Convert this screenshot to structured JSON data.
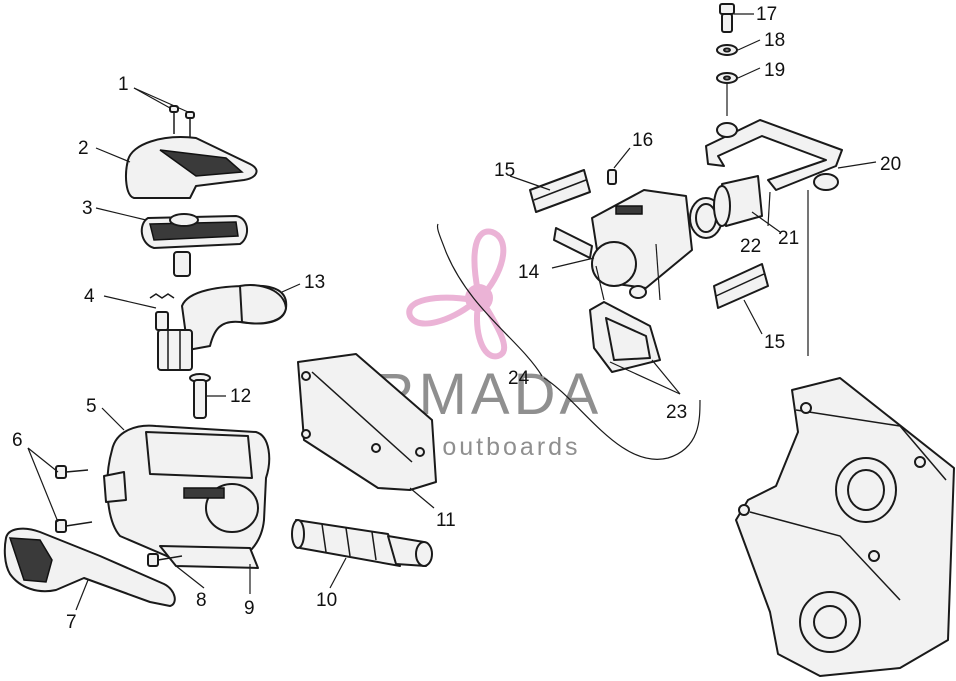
{
  "watermark": {
    "brand": "ARMADA",
    "tagline": "marine outboards",
    "logo_color": "#e8a6cf",
    "text_color": "#8f8f8f"
  },
  "callouts": [
    "1",
    "2",
    "3",
    "4",
    "5",
    "6",
    "7",
    "8",
    "9",
    "10",
    "11",
    "12",
    "13",
    "14",
    "15",
    "15",
    "16",
    "17",
    "18",
    "19",
    "20",
    "21",
    "22",
    "23",
    "24"
  ],
  "icons": [
    "propeller-logo-icon"
  ]
}
